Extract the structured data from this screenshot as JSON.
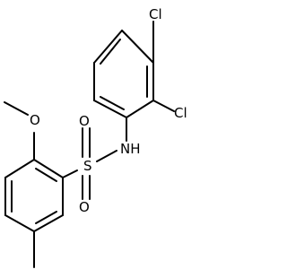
{
  "molecule": {
    "atom_labels": {
      "cl_top": "Cl",
      "cl_right": "Cl",
      "nh": "NH",
      "s": "S",
      "o_top": "O",
      "o_bottom": "O",
      "o_methoxy": "O"
    },
    "bond_color": "#000000",
    "background": "#ffffff"
  }
}
